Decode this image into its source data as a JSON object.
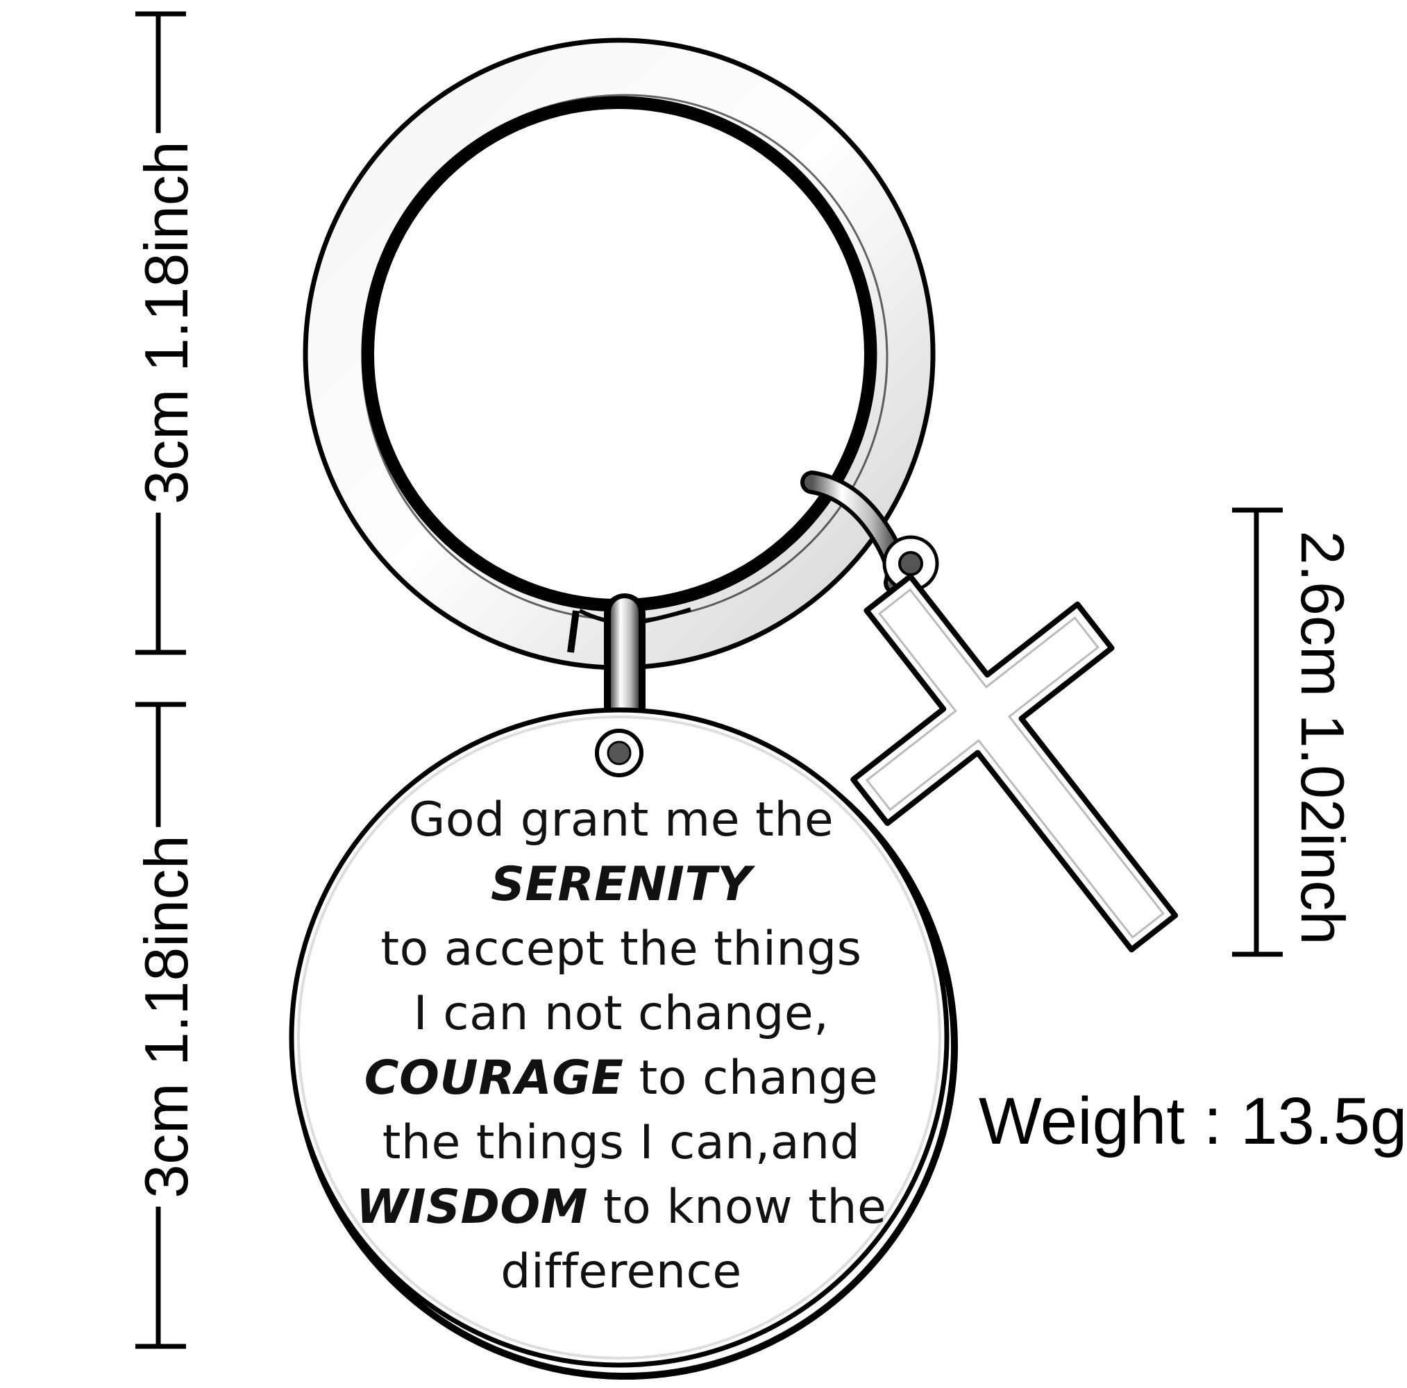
{
  "dimensions": {
    "ring_height": "3cm 1.18inch",
    "disc_height": "3cm 1.18inch",
    "cross_height": "2.6cm 1.02inch"
  },
  "engraving": {
    "line1": "God grant me the",
    "line2_em": "SERENITY",
    "line3": "to accept the things",
    "line4": "I can not change,",
    "line5_em": "COURAGE",
    "line5_rest": " to change",
    "line6": "the things I can,and",
    "line7_em": "WISDOM",
    "line7_rest": " to know the",
    "line8": "difference"
  },
  "weight": {
    "label": "Weight : 13.5g"
  },
  "colors": {
    "background": "#ffffff",
    "outline": "#000000",
    "metal_highlight": "#ffffff",
    "metal_shadow": "#9a9a9a"
  }
}
